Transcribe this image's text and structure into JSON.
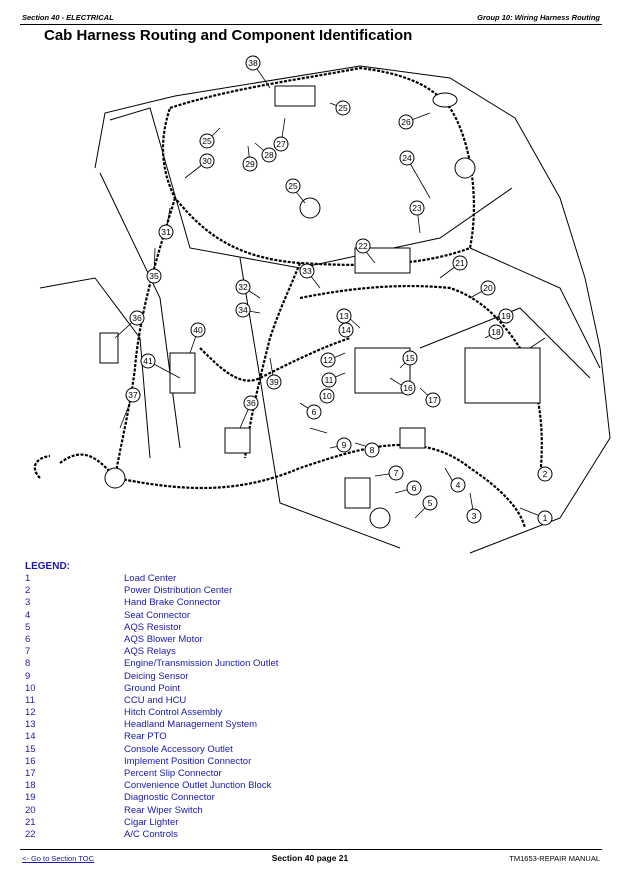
{
  "header": {
    "left": "Section 40 - ELECTRICAL",
    "right": "Group 10: Wiring Harness Routing"
  },
  "title": "Cab Harness Routing and Component Identification",
  "legend": {
    "heading": "LEGEND:",
    "items": [
      {
        "num": "1",
        "label": "Load Center"
      },
      {
        "num": "2",
        "label": "Power Distribution Center"
      },
      {
        "num": "3",
        "label": "Hand Brake Connector"
      },
      {
        "num": "4",
        "label": "Seat Connector"
      },
      {
        "num": "5",
        "label": "AQS Resistor"
      },
      {
        "num": "6",
        "label": "AQS Blower Motor"
      },
      {
        "num": "7",
        "label": "AQS Relays"
      },
      {
        "num": "8",
        "label": "Engine/Transmission Junction Outlet"
      },
      {
        "num": "9",
        "label": "Deicing Sensor"
      },
      {
        "num": "10",
        "label": "Ground Point"
      },
      {
        "num": "11",
        "label": "CCU and HCU"
      },
      {
        "num": "12",
        "label": "Hitch Control Assembly"
      },
      {
        "num": "13",
        "label": "Headland Management System"
      },
      {
        "num": "14",
        "label": "Rear PTO"
      },
      {
        "num": "15",
        "label": "Console Accessory Outlet"
      },
      {
        "num": "16",
        "label": "Implement Position Connector"
      },
      {
        "num": "17",
        "label": "Percent Slip Connector"
      },
      {
        "num": "18",
        "label": "Convenience Outlet Junction Block"
      },
      {
        "num": "19",
        "label": "Diagnostic Connector"
      },
      {
        "num": "20",
        "label": "Rear Wiper Switch"
      },
      {
        "num": "21",
        "label": "Cigar Lighter"
      },
      {
        "num": "22",
        "label": "A/C Controls"
      }
    ]
  },
  "callouts": [
    "1",
    "2",
    "3",
    "4",
    "5",
    "6",
    "6",
    "7",
    "8",
    "9",
    "10",
    "11",
    "12",
    "13",
    "14",
    "15",
    "16",
    "17",
    "18",
    "19",
    "20",
    "21",
    "22",
    "23",
    "24",
    "25",
    "25",
    "25",
    "26",
    "27",
    "28",
    "29",
    "30",
    "31",
    "32",
    "33",
    "34",
    "35",
    "36",
    "36",
    "37",
    "38",
    "39",
    "40",
    "41"
  ],
  "footer": {
    "left_link": "<- Go to Section TOC",
    "center": "Section 40 page 21",
    "right": "TM1653-REPAIR MANUAL"
  }
}
